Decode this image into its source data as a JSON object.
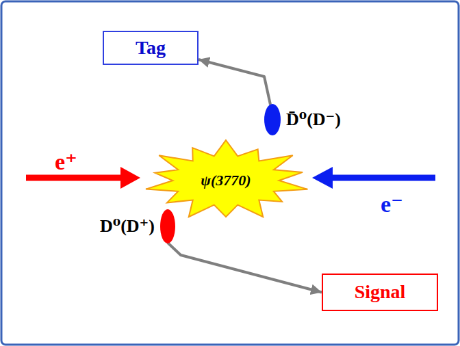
{
  "diagram": {
    "nodes": [
      {
        "text": [
          "Tag"
        ]
      },
      {
        "text": [
          "D̄⁰(D⁻)"
        ]
      },
      {
        "text": [
          "ψ(3770)"
        ]
      },
      {
        "text": [
          "D⁰(D⁺)"
        ]
      },
      {
        "text": [
          "Signal"
        ]
      }
    ],
    "edges": [
      {
        "from": 1,
        "to": 0,
        "arrow": "to"
      },
      {
        "from": 3,
        "to": 4,
        "arrow": "to"
      }
    ],
    "labels": [
      "e⁺",
      "e⁻"
    ]
  }
}
